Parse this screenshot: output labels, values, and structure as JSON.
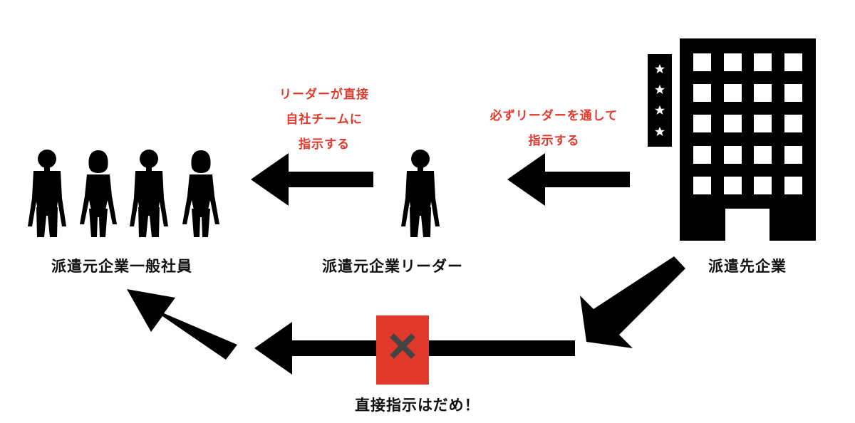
{
  "labels": {
    "employees": "派遣元企業一般社員",
    "leader": "派遣元企業リーダー",
    "client": "派遣先企業",
    "forbidden": "直接指示はだめ！"
  },
  "instructions": {
    "leader_to_team": [
      "リーダーが直接",
      "自社チームに",
      "指示する"
    ],
    "client_to_leader": [
      "必ずリーダーを通して",
      "指示する"
    ]
  },
  "colors": {
    "ink": "#000000",
    "accent": "#e0392b",
    "block_mark": "#444444"
  },
  "icons": {
    "person": "person-silhouette-icon",
    "building": "office-building-icon",
    "star": "star-icon",
    "cross": "cross-icon"
  }
}
